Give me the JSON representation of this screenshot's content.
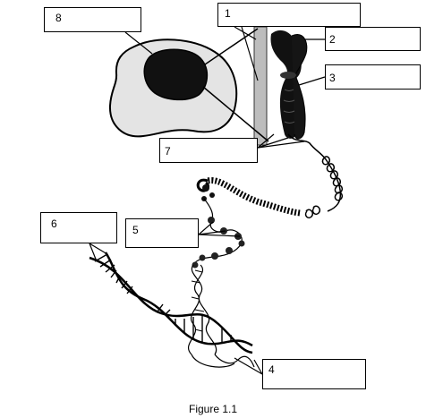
{
  "figure": {
    "caption": "Figure 1.1",
    "labels": [
      {
        "id": "label-1",
        "number": "1"
      },
      {
        "id": "label-2",
        "number": "2"
      },
      {
        "id": "label-3",
        "number": "3"
      },
      {
        "id": "label-4",
        "number": "4"
      },
      {
        "id": "label-5",
        "number": "5"
      },
      {
        "id": "label-6",
        "number": "6"
      },
      {
        "id": "label-7",
        "number": "7"
      },
      {
        "id": "label-8",
        "number": "8"
      }
    ]
  },
  "colors": {
    "ink": "#000000",
    "cell_fill": "#e4e4e4",
    "nucleus": "#111111",
    "paper": "#ffffff"
  }
}
